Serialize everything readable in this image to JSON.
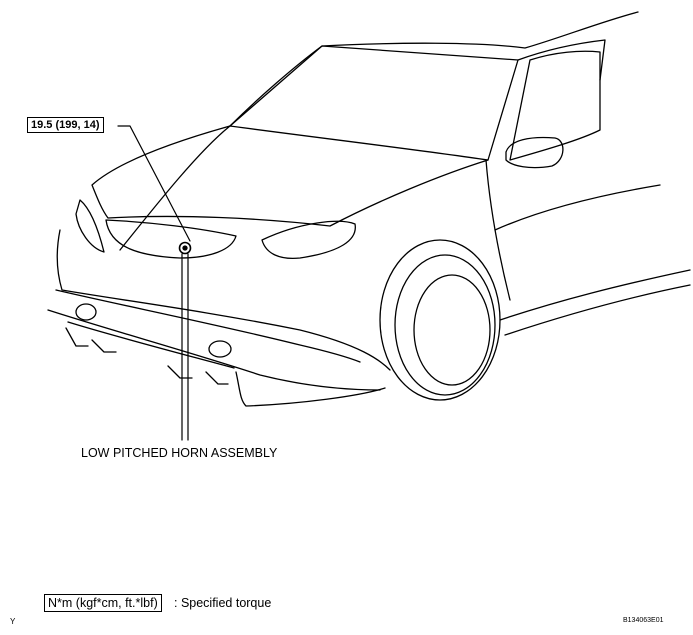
{
  "callouts": {
    "torque_value": "19.5 (199, 14)",
    "part_name": "LOW PITCHED HORN ASSEMBLY"
  },
  "legend": {
    "units": "N*m (kgf*cm, ft.*lbf)",
    "description": ": Specified torque"
  },
  "footer": {
    "corner_mark": "Y",
    "figure_code": "B134063E01"
  }
}
